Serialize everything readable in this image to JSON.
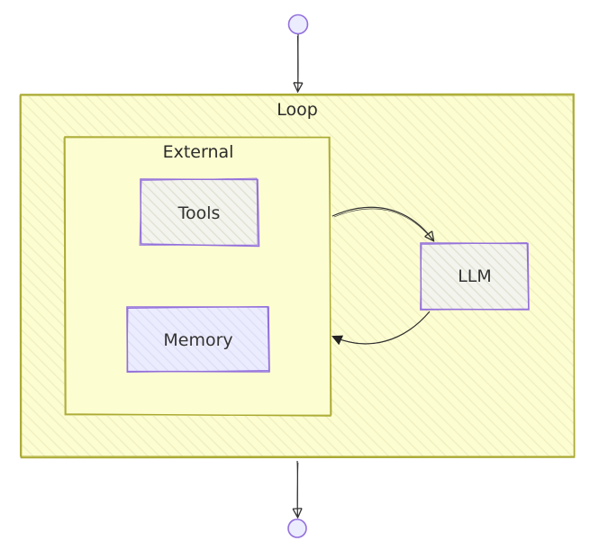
{
  "diagram": {
    "groups": {
      "loop": {
        "label": "Loop"
      },
      "external": {
        "label": "External"
      }
    },
    "nodes": {
      "tools": {
        "label": "Tools"
      },
      "memory": {
        "label": "Memory"
      },
      "llm": {
        "label": "LLM"
      }
    },
    "edges": [
      {
        "from": "start",
        "to": "loop"
      },
      {
        "from": "external",
        "to": "llm"
      },
      {
        "from": "llm",
        "to": "external"
      },
      {
        "from": "loop",
        "to": "end"
      }
    ],
    "colors": {
      "loop_fill": "#fdfdd2",
      "loop_stroke": "#aaaa33",
      "node_fill": "#ececff",
      "node_stroke": "#9370db",
      "hatch": "#dcdcc8",
      "edge": "#333333",
      "terminal_fill": "#ececff",
      "terminal_stroke": "#9370db"
    }
  }
}
